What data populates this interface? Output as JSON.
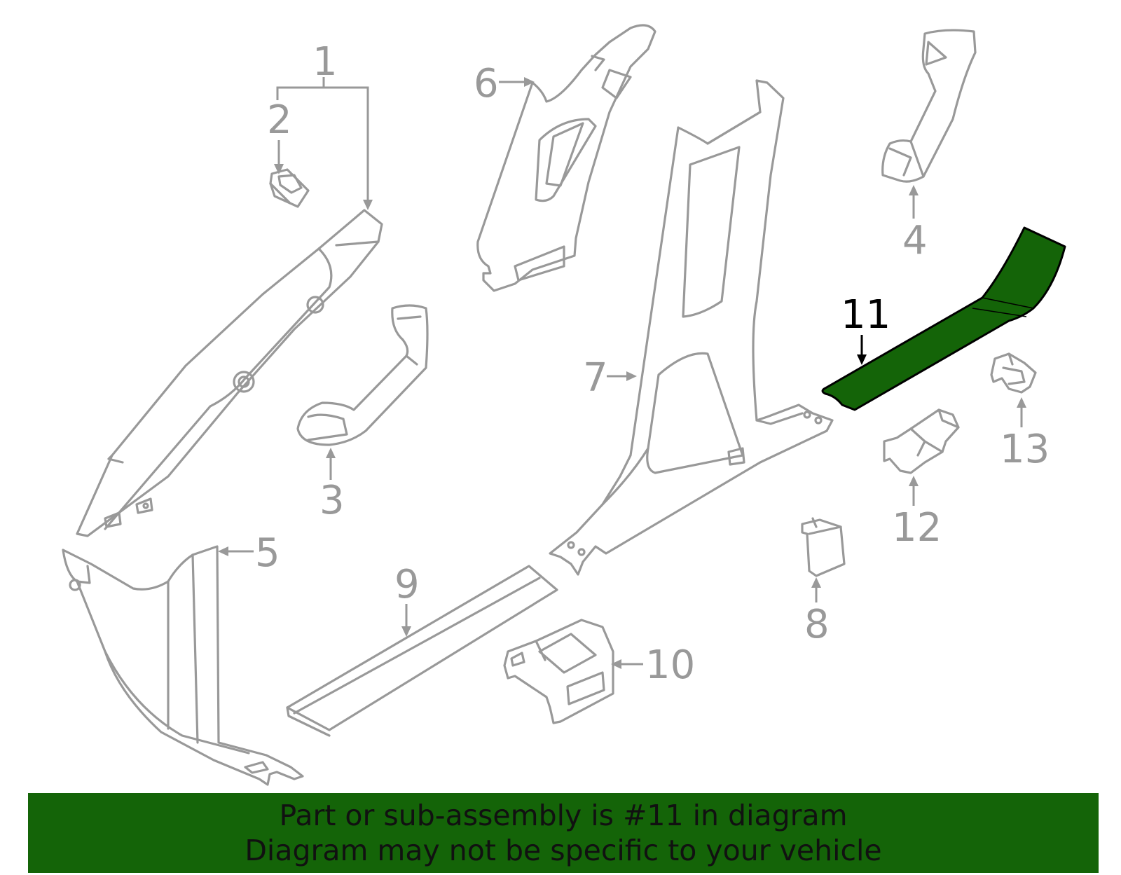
{
  "callouts": {
    "c1": "1",
    "c2": "2",
    "c3": "3",
    "c4": "4",
    "c5": "5",
    "c6": "6",
    "c7": "7",
    "c8": "8",
    "c9": "9",
    "c10": "10",
    "c11": "11",
    "c12": "12",
    "c13": "13"
  },
  "highlight": {
    "part_number": "11",
    "color": "#146408"
  },
  "banner": {
    "line1": "Part or sub-assembly is #11 in diagram",
    "line2": "Diagram may not be specific to your vehicle",
    "background": "#146408"
  }
}
